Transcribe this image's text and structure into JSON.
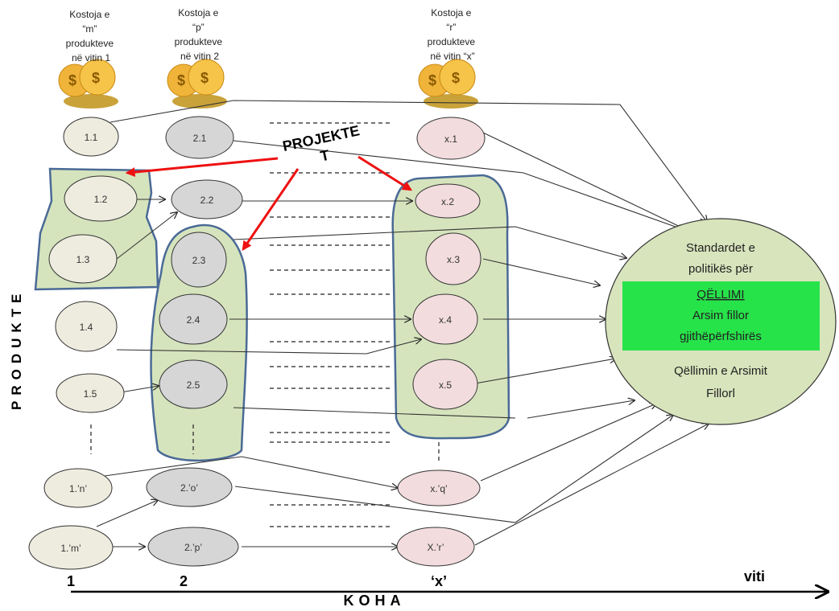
{
  "cost_labels": {
    "m": [
      "Kostoja e",
      "“m”",
      "produkteve",
      "në vitin 1"
    ],
    "p": [
      "Kostoja e",
      "“p”",
      "produkteve",
      "në vitin 2"
    ],
    "r": [
      "Kostoja e",
      "“r”",
      "produkteve",
      "në vitin “x”"
    ]
  },
  "nodes": {
    "n1_1": "1.1",
    "n1_2": "1.2",
    "n1_3": "1.3",
    "n1_4": "1.4",
    "n1_5": "1.5",
    "n1_n": "1.’n’",
    "n1_m": "1.’m’",
    "n2_1": "2.1",
    "n2_2": "2.2",
    "n2_3": "2.3",
    "n2_4": "2.4",
    "n2_5": "2.5",
    "n2_o": "2.’o’",
    "n2_p": "2.’p’",
    "nx_1": "x.1",
    "nx_2": "x.2",
    "nx_3": "x.3",
    "nx_4": "x.4",
    "nx_5": "x.5",
    "nx_q": "x.’q’",
    "nx_r": "X.’r’"
  },
  "projects_label": [
    "PROJEKTE",
    "T"
  ],
  "goal": {
    "line1": "Standardet e",
    "line2": "politikës për",
    "box_title": "QËLLIMI",
    "box_line1": "Arsim fillor",
    "box_line2": "gjithëpërfshirës",
    "bottom1": "Qëllimin e Arsimit",
    "bottom2": "Fillorl"
  },
  "side_label": "PRODUKTE",
  "axis": {
    "tick1": "1",
    "tick2": "2",
    "tickx": "‘x’",
    "end_label": "viti",
    "title": "KOHA"
  },
  "colors": {
    "col1_fill": "#eeecdf",
    "col2_fill": "#d6d6d6",
    "colx_fill": "#f2dcdd",
    "group_fill": "#d6e4bd",
    "group_stroke": "#4a6a96",
    "goal_fill": "#d8e4bc",
    "goal_box": "#27e34a",
    "red_arrow": "#ee1111"
  }
}
